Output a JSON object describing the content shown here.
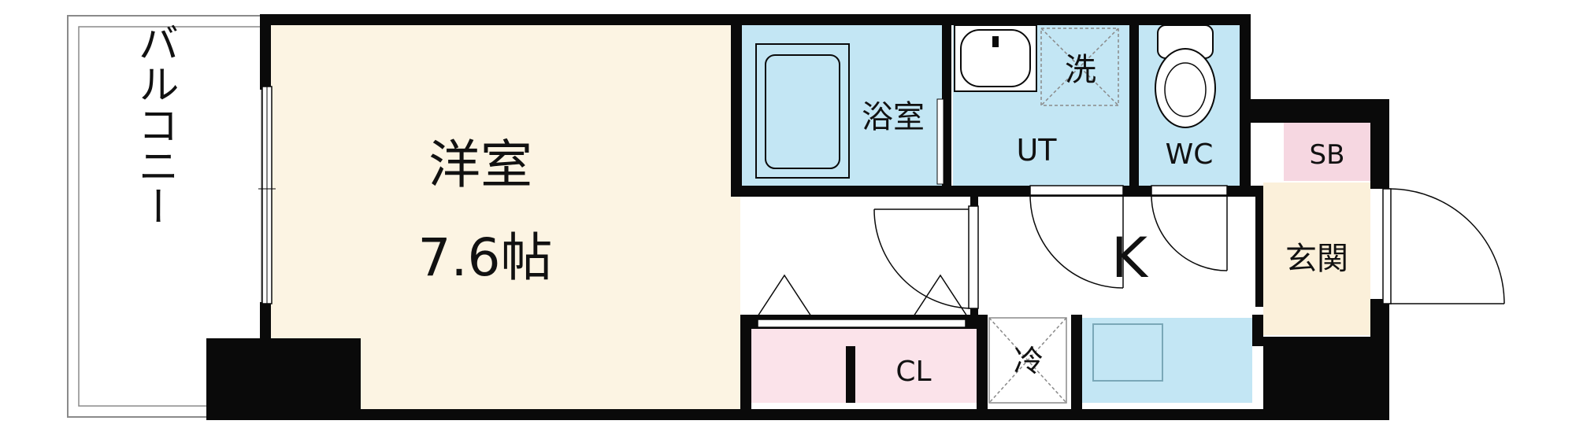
{
  "rooms": {
    "western_room": {
      "name": "洋室",
      "size": "7.6帖"
    },
    "bathroom": "浴室",
    "utility": "UT",
    "washer": "洗",
    "toilet": "WC",
    "shoe_box": "SB",
    "kitchen": "K",
    "entrance": "玄関",
    "closet": "CL",
    "fridge": "冷",
    "balcony": "バルコニー"
  },
  "colors": {
    "wall": "#0a0a0a",
    "western_floor": "#fcf4e3",
    "wet_area": "#c3e6f4",
    "closet": "#fbe3ea",
    "entrance": "#fbf0da",
    "shoe_box": "#f6d7e1",
    "balcony_outline": "#8a8a8a"
  }
}
